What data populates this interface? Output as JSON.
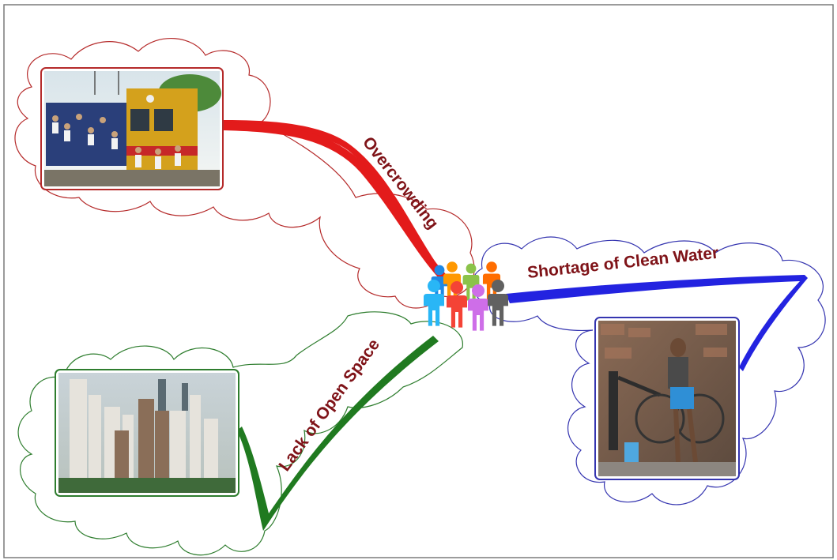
{
  "center": {
    "icon": "people-crowd-icon"
  },
  "branches": [
    {
      "id": "overcrowding",
      "label": "Overcrowding",
      "color": "#e31b1b",
      "cloud_color": "#b52a2a",
      "image_icon": "crowded-train-photo"
    },
    {
      "id": "water",
      "label": "Shortage of Clean Water",
      "color": "#2323e0",
      "cloud_color": "#3535b0",
      "image_icon": "hand-water-pump-photo"
    },
    {
      "id": "openspace",
      "label": "Lack of Open Space",
      "color": "#207a20",
      "cloud_color": "#2e7d2e",
      "image_icon": "dense-skyscrapers-photo"
    }
  ],
  "people_colors": [
    "#1e88e5",
    "#ff9800",
    "#8bc34a",
    "#ff6d00",
    "#29b6f6",
    "#f44336",
    "#ce6ee8",
    "#616161"
  ]
}
